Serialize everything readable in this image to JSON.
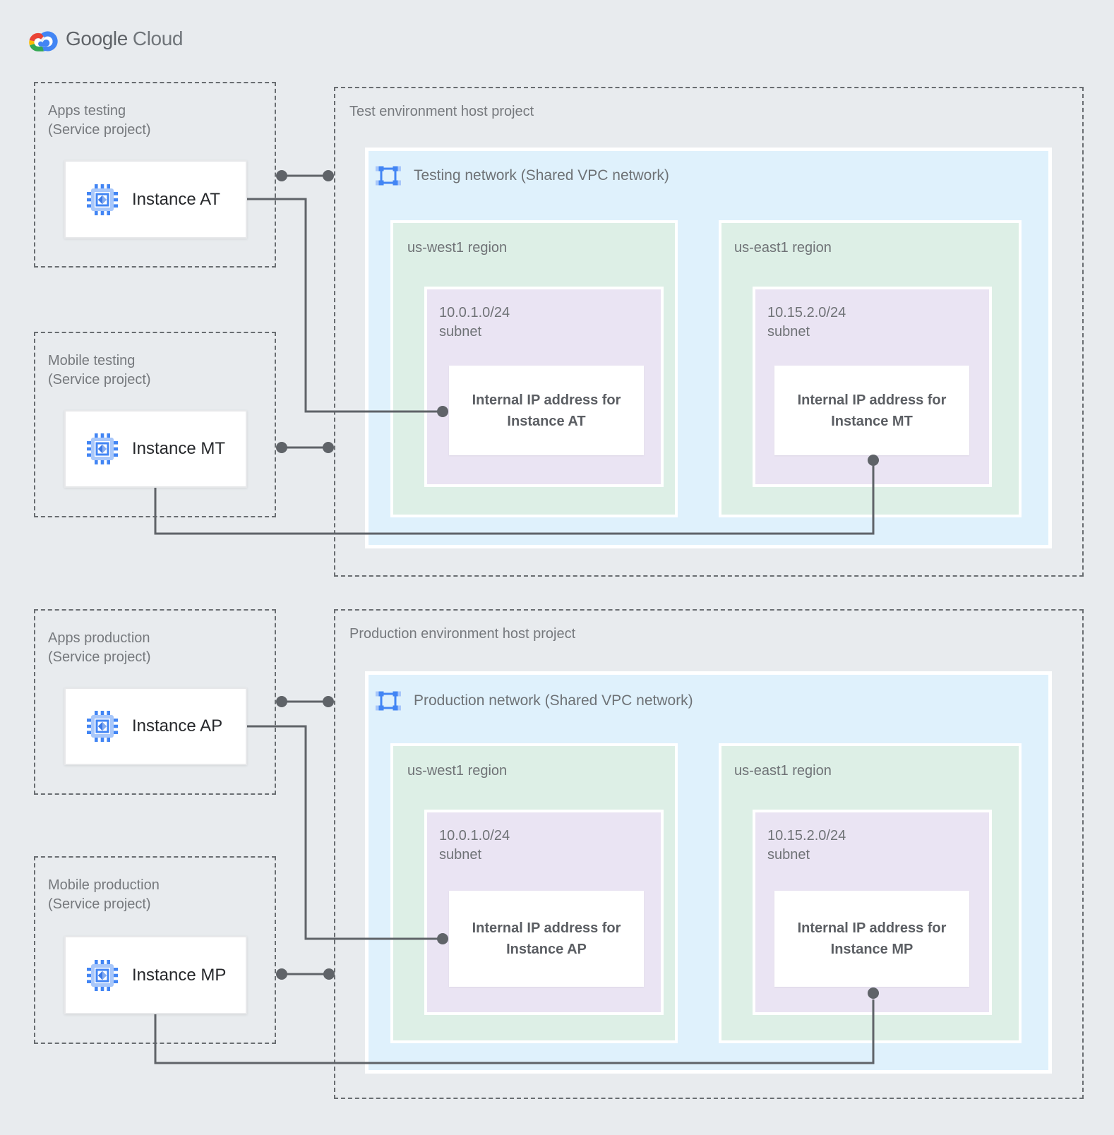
{
  "logo": {
    "brand": "Google",
    "product": "Cloud"
  },
  "sections": {
    "test": {
      "host_title": "Test environment host project",
      "network_label": "Testing network (Shared VPC network)",
      "service_projects": [
        {
          "name": "Apps testing",
          "type": "(Service project)",
          "instance_label": "Instance AT"
        },
        {
          "name": "Mobile testing",
          "type": "(Service project)",
          "instance_label": "Instance MT"
        }
      ],
      "regions": [
        {
          "name": "us-west1 region",
          "cidr": "10.0.1.0/24",
          "subnet_label": "subnet",
          "ip_line1": "Internal IP address for",
          "ip_line2": "Instance AT"
        },
        {
          "name": "us-east1 region",
          "cidr": "10.15.2.0/24",
          "subnet_label": "subnet",
          "ip_line1": "Internal IP address for",
          "ip_line2": "Instance MT"
        }
      ]
    },
    "production": {
      "host_title": "Production environment host project",
      "network_label": "Production network (Shared VPC network)",
      "service_projects": [
        {
          "name": "Apps production",
          "type": "(Service project)",
          "instance_label": "Instance AP"
        },
        {
          "name": "Mobile production",
          "type": "(Service project)",
          "instance_label": "Instance MP"
        }
      ],
      "regions": [
        {
          "name": "us-west1 region",
          "cidr": "10.0.1.0/24",
          "subnet_label": "subnet",
          "ip_line1": "Internal IP address for",
          "ip_line2": "Instance AP"
        },
        {
          "name": "us-east1 region",
          "cidr": "10.15.2.0/24",
          "subnet_label": "subnet",
          "ip_line1": "Internal IP address for",
          "ip_line2": "Instance MP"
        }
      ]
    }
  },
  "colors": {
    "accent_blue": "#4285F4",
    "network_fill": "#DFF1FC",
    "region_fill": "#DDEFE6",
    "subnet_fill": "#EAE4F3",
    "connector": "#5F6368",
    "background": "#E8EBEE"
  }
}
